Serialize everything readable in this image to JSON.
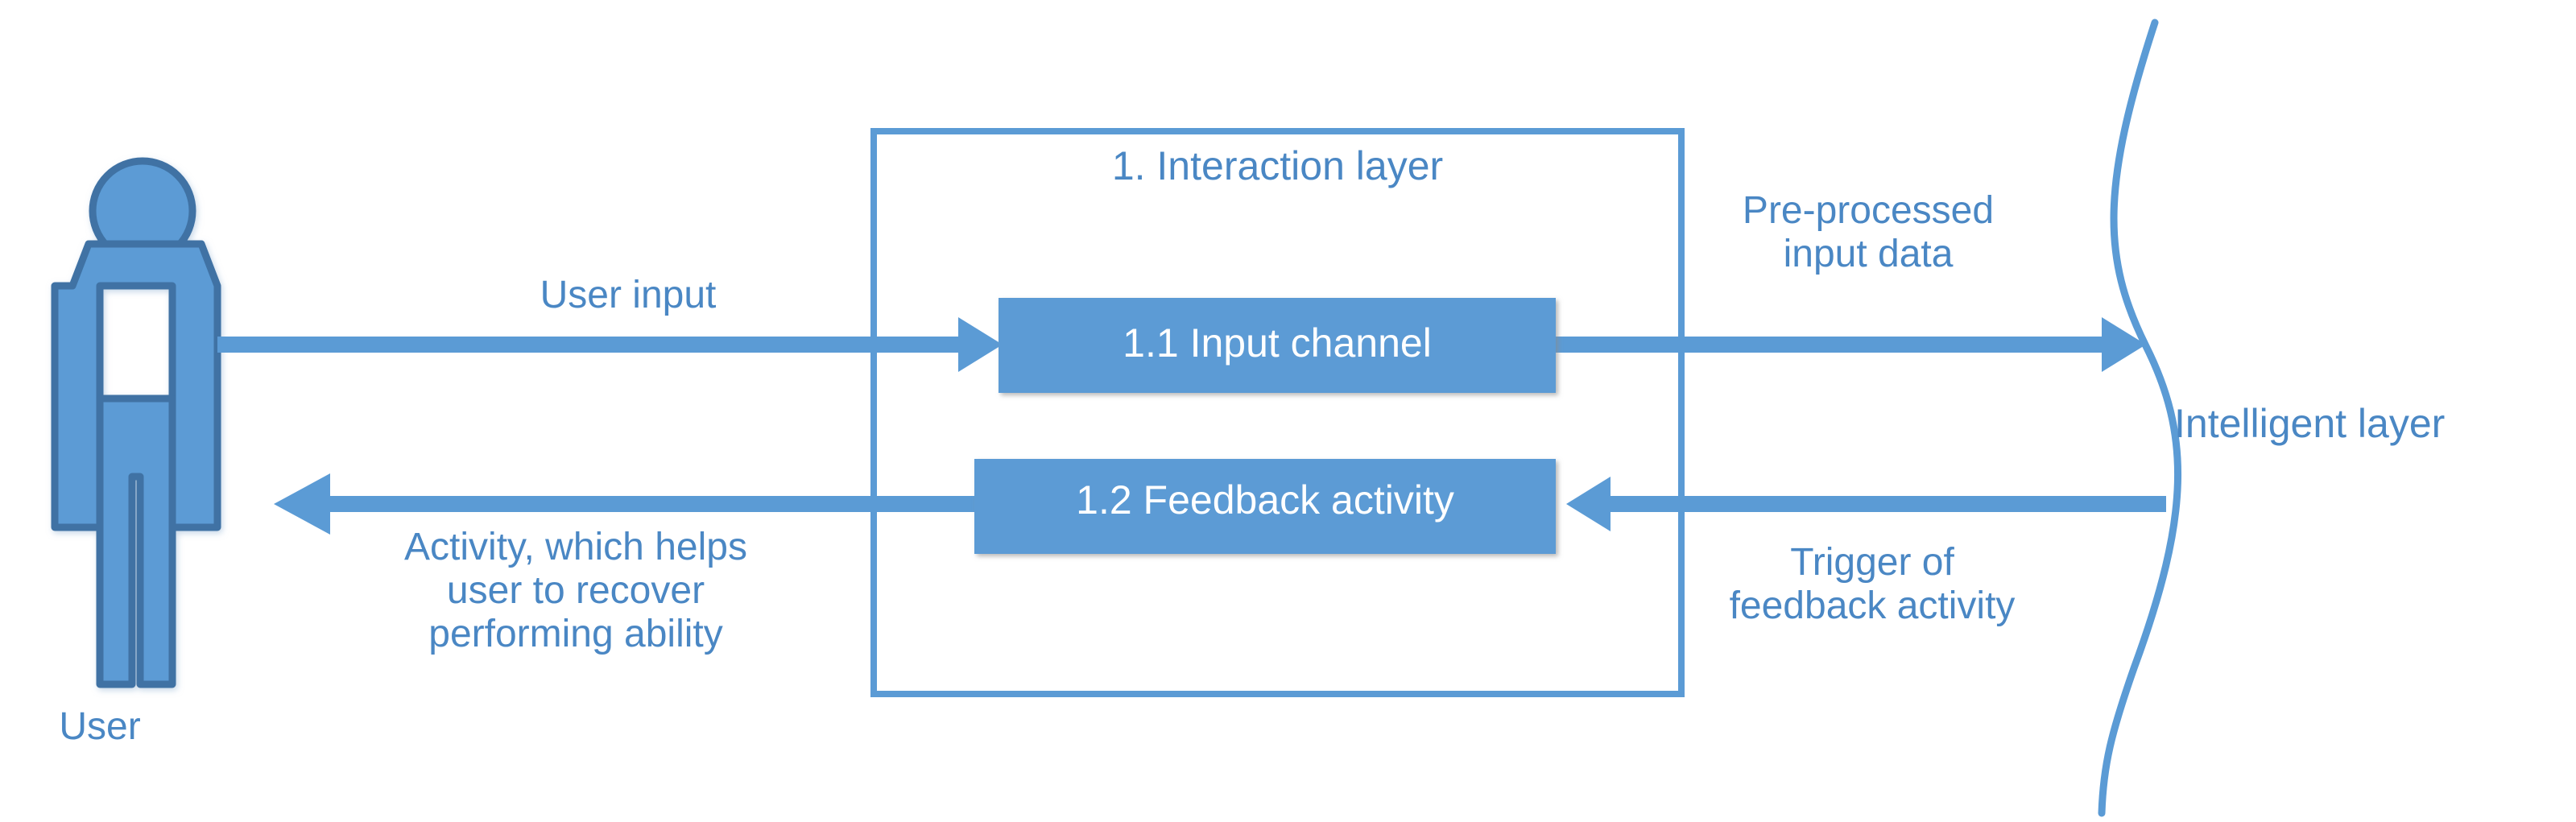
{
  "diagram": {
    "title": "Interaction layer and intelligent layer flow diagram",
    "colors": {
      "accent": "#5b9bd5",
      "accent_dark": "#3f72a4",
      "text_blue": "#4a87c4",
      "box_fill": "#5b9bd5",
      "box_text": "#ffffff",
      "background": "#ffffff"
    },
    "actor": {
      "name": "user-figure",
      "icon": "person-icon",
      "label": "User"
    },
    "container": {
      "name": "interaction-layer-box",
      "title": "1. Interaction layer",
      "children": [
        {
          "id": "1.1",
          "label": "1.1 Input channel"
        },
        {
          "id": "1.2",
          "label": "1.2 Feedback activity"
        }
      ]
    },
    "right_region": {
      "name": "intelligent-layer",
      "label": "Intelligent layer",
      "shape": "vertical-brace-curve"
    },
    "flows": [
      {
        "id": "user-input",
        "label": "User input",
        "from": "user-figure",
        "to": "1.1 Input channel",
        "direction": "right"
      },
      {
        "id": "pre-processed-input-data",
        "label": "Pre-processed\ninput data",
        "label_line1": "Pre-processed",
        "label_line2": "input data",
        "from": "1.1 Input channel",
        "to": "Intelligent layer",
        "direction": "right"
      },
      {
        "id": "trigger-of-feedback-activity",
        "label": "Trigger of\nfeedback activity",
        "label_line1": "Trigger of",
        "label_line2": "feedback activity",
        "from": "Intelligent layer",
        "to": "1.2 Feedback activity",
        "direction": "left"
      },
      {
        "id": "activity-recover",
        "label": "Activity, which helps\nuser to recover\nperforming ability",
        "label_line1": "Activity, which helps",
        "label_line2": "user to recover",
        "label_line3": "performing ability",
        "from": "1.2 Feedback activity",
        "to": "user-figure",
        "direction": "left"
      }
    ]
  }
}
